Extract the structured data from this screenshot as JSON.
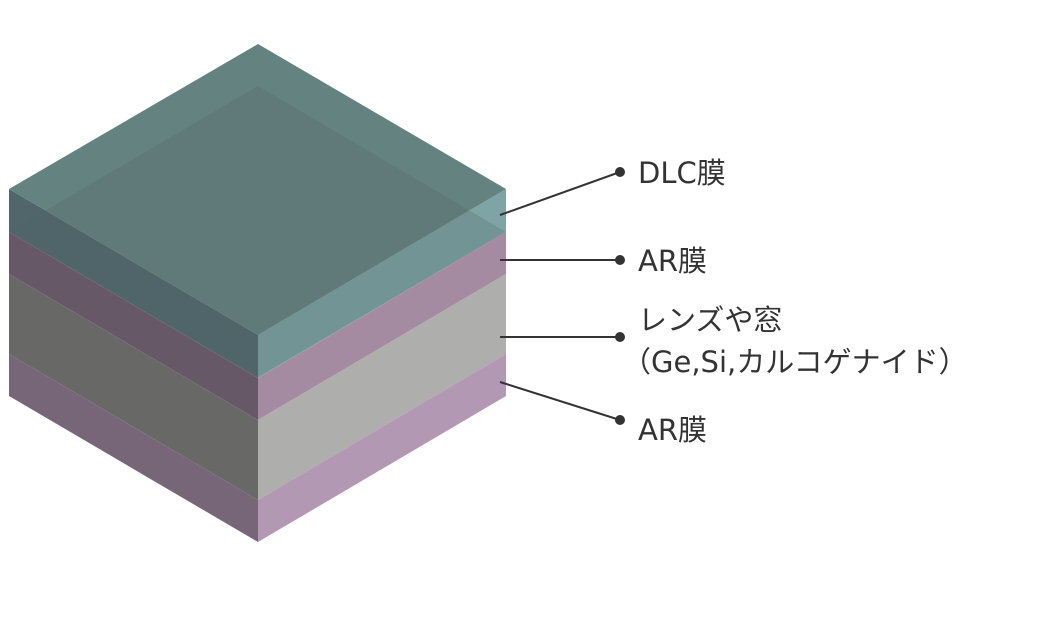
{
  "labels": {
    "dlc": "DLC膜",
    "ar_top": "AR膜",
    "lens_line1": "レンズや窓",
    "lens_line2": "（Ge,Si,カルコゲナイド）",
    "ar_bottom": "AR膜"
  },
  "colors": {
    "top_face": "#64827f",
    "dlc_left": "#50666a",
    "dlc_right": "#7fa4a5",
    "ar_left": "#675868",
    "ar_right": "#a58ba2",
    "lens_left": "#686866",
    "lens_right": "#aeaeac",
    "ar2_left": "#766677",
    "ar2_right": "#b398b3",
    "leader": "#333333"
  }
}
